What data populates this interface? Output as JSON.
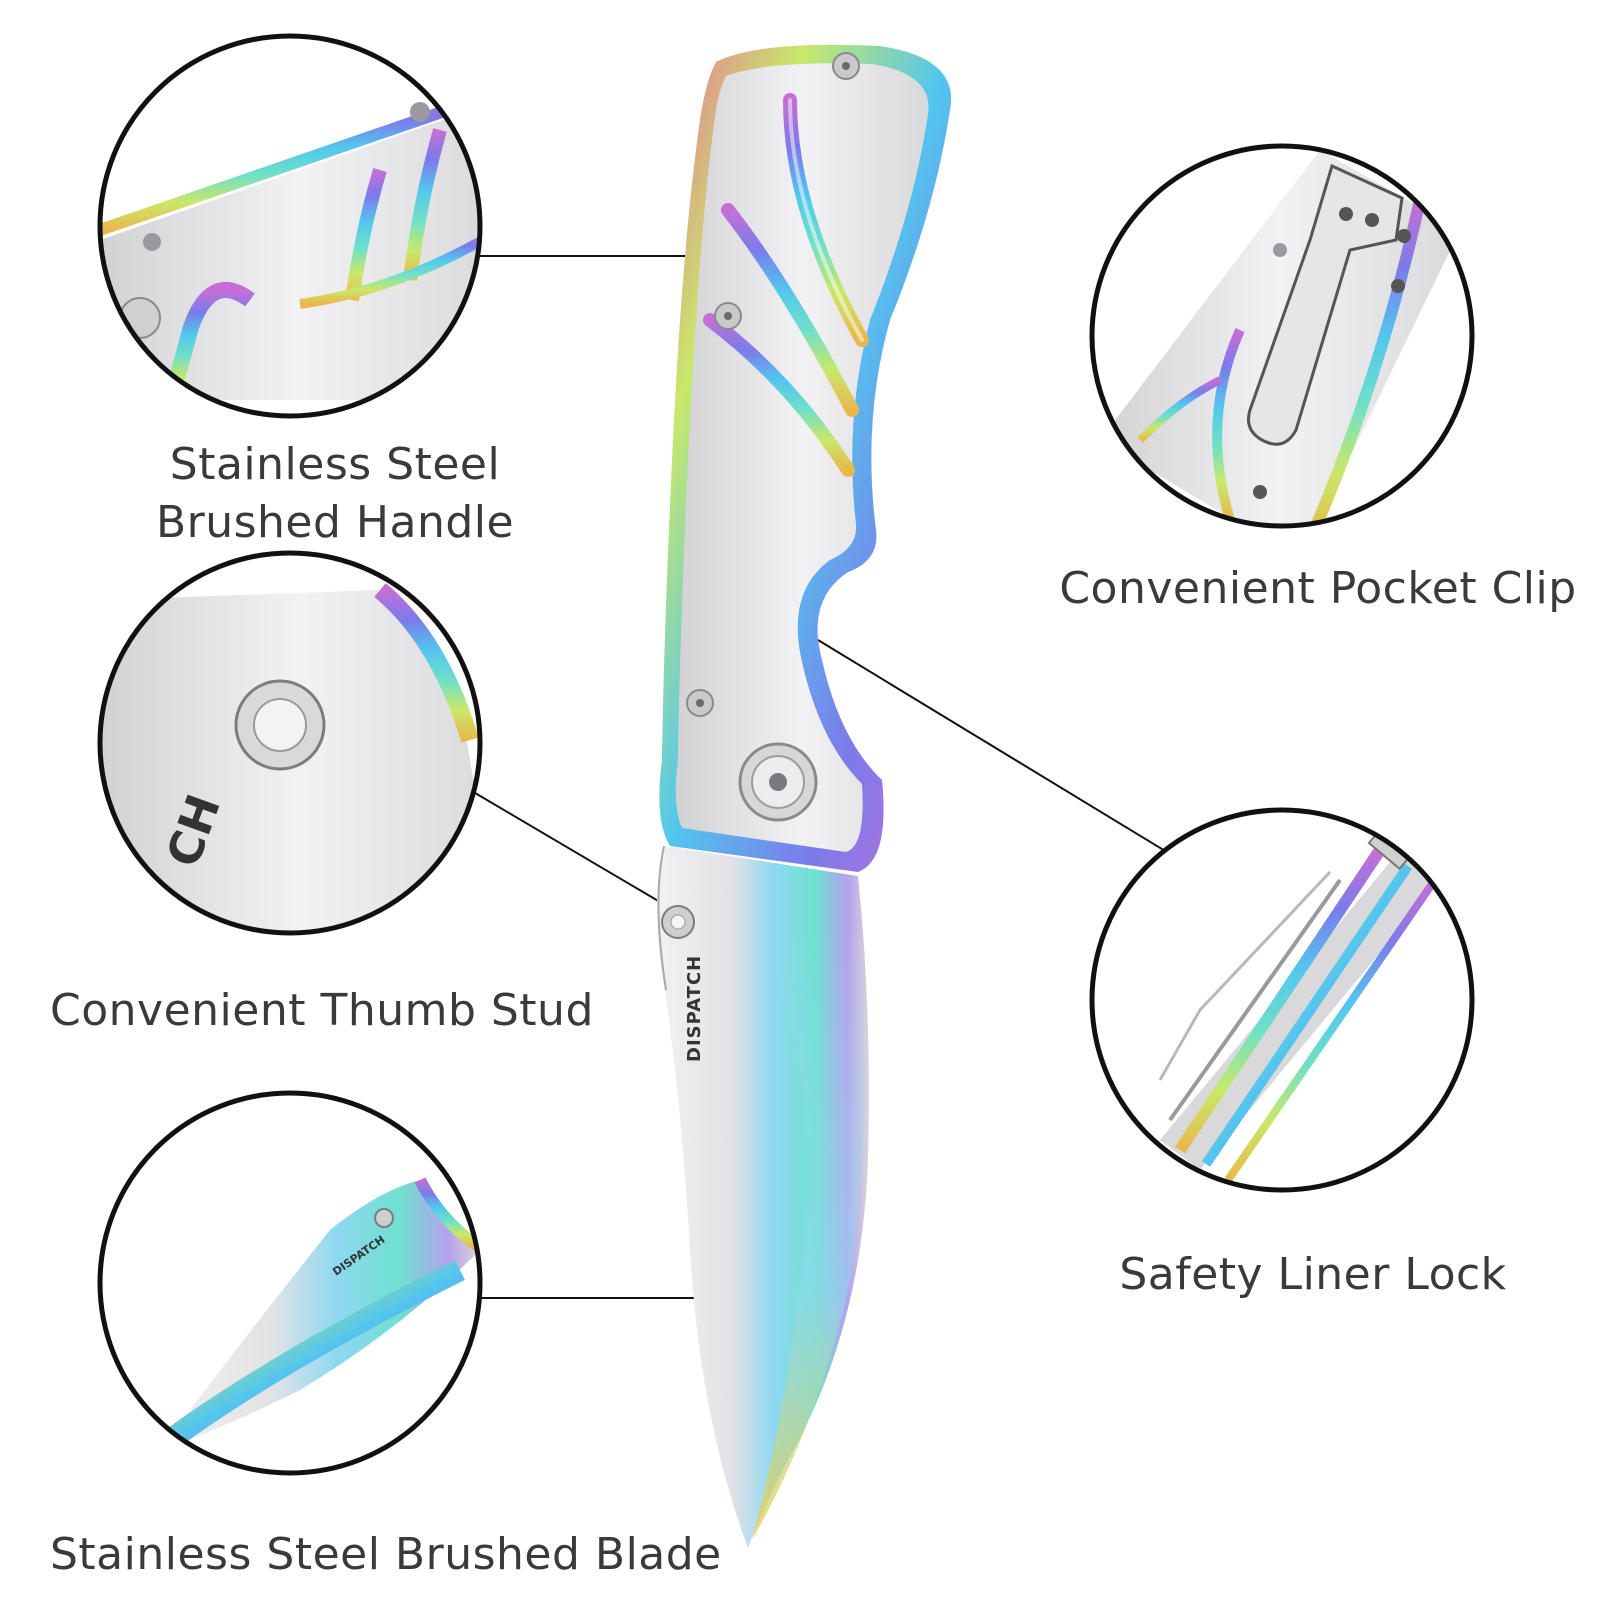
{
  "callouts": {
    "handle": {
      "line1": "Stainless Steel",
      "line2": "Brushed Handle"
    },
    "pocket_clip": {
      "text": "Convenient Pocket Clip"
    },
    "thumb_stud": {
      "text": "Convenient Thumb Stud"
    },
    "liner_lock": {
      "text": "Safety Liner Lock"
    },
    "blade": {
      "text": "Stainless Steel Brushed Blade"
    }
  },
  "brand": {
    "blade_logo": "DISPATCH"
  },
  "colors": {
    "steel": "#e4e4e6",
    "steel_dark": "#b8b8bc",
    "text": "#3a3a3a",
    "circle_stroke": "#111111",
    "rainbow": [
      "#c56fd6",
      "#7b7bea",
      "#53c6ee",
      "#6ee0c8",
      "#c9e86a",
      "#e8b84a",
      "#e86fa0"
    ]
  }
}
